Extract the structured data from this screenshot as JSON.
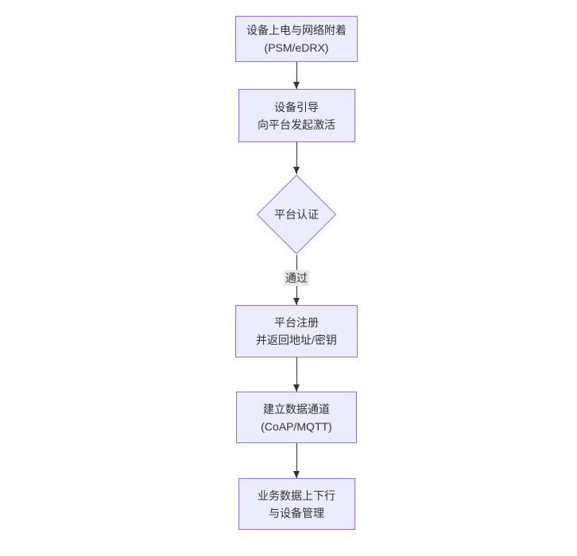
{
  "diagram": {
    "type": "flowchart",
    "direction": "top-down",
    "colors": {
      "background": "#ffffff",
      "node_fill": "#ECECFF",
      "node_border": "#9370DB",
      "connector_line": "#333333",
      "arrowhead": "#333333",
      "text": "#333333",
      "edge_label_bg": "#e8e8e8"
    },
    "nodes": [
      {
        "id": "n1",
        "shape": "rect",
        "lines": [
          "设备上电与网络附着",
          "(PSM/eDRX)"
        ]
      },
      {
        "id": "n2",
        "shape": "rect",
        "lines": [
          "设备引导",
          "向平台发起激活"
        ]
      },
      {
        "id": "n3",
        "shape": "diamond",
        "lines": [
          "平台认证"
        ]
      },
      {
        "id": "n4",
        "shape": "rect",
        "lines": [
          "平台注册",
          "并返回地址/密钥"
        ]
      },
      {
        "id": "n5",
        "shape": "rect",
        "lines": [
          "建立数据通道",
          "(CoAP/MQTT)"
        ]
      },
      {
        "id": "n6",
        "shape": "rect",
        "lines": [
          "业务数据上下行",
          "与设备管理"
        ]
      }
    ],
    "edges": [
      {
        "from": "n1",
        "to": "n2",
        "label": ""
      },
      {
        "from": "n2",
        "to": "n3",
        "label": ""
      },
      {
        "from": "n3",
        "to": "n4",
        "label": "通过"
      },
      {
        "from": "n4",
        "to": "n5",
        "label": ""
      },
      {
        "from": "n5",
        "to": "n6",
        "label": ""
      }
    ]
  }
}
